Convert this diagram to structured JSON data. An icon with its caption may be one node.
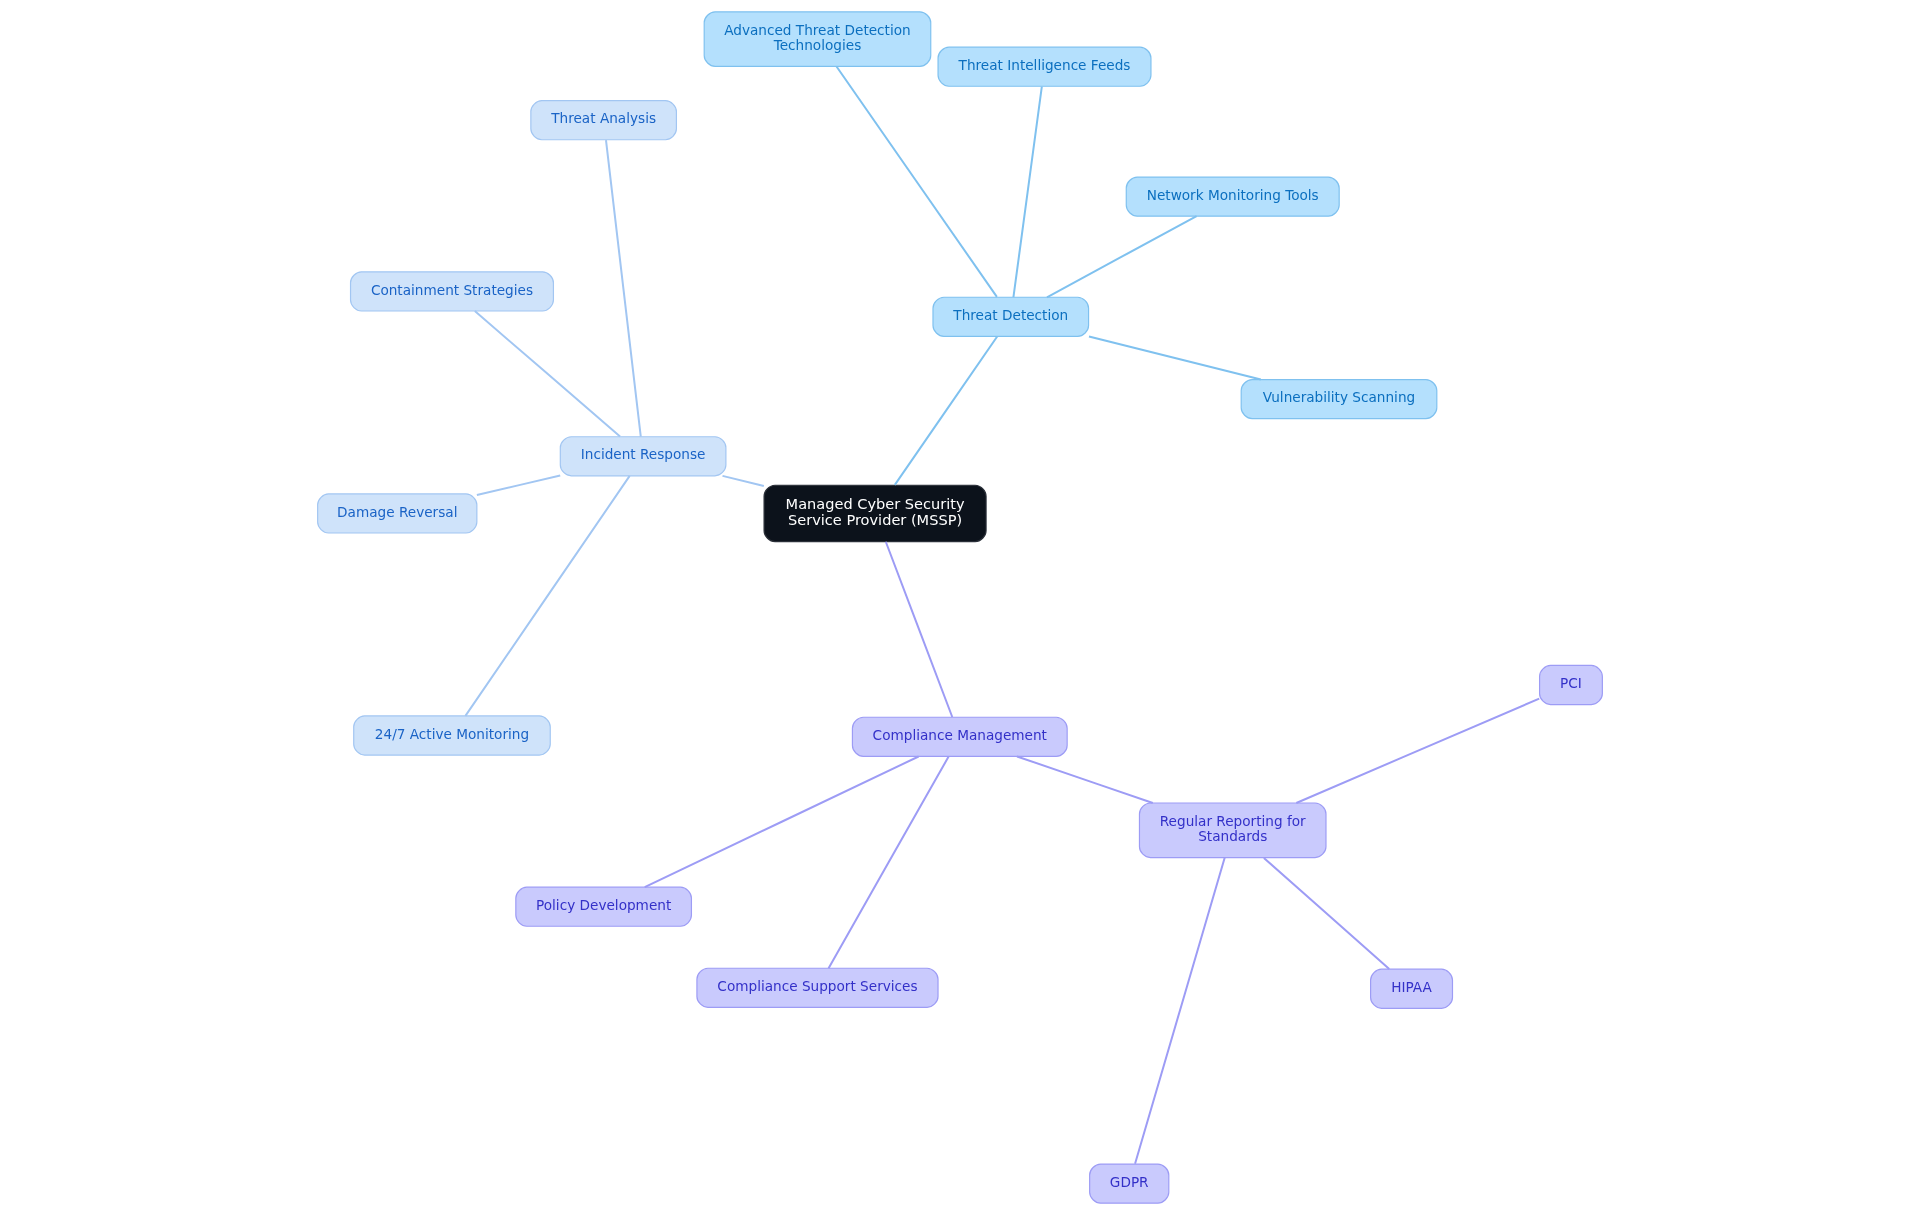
{
  "diagram": {
    "nodes": [
      {
        "text": [
          "Managed Cyber Security Service Provider (MSSP)"
        ]
      },
      {
        "text": [
          "Threat Detection"
        ]
      },
      {
        "text": [
          "Vulnerability Scanning"
        ]
      },
      {
        "text": [
          "Network Monitoring Tools"
        ]
      },
      {
        "text": [
          "Threat Intelligence Feeds"
        ]
      },
      {
        "text": [
          "Advanced Threat Detection Technologies"
        ]
      },
      {
        "text": [
          "Incident Response"
        ]
      },
      {
        "text": [
          "Threat Analysis"
        ]
      },
      {
        "text": [
          "Containment Strategies"
        ]
      },
      {
        "text": [
          "Damage Reversal"
        ]
      },
      {
        "text": [
          "24/7 Active Monitoring"
        ]
      },
      {
        "text": [
          "Compliance Management"
        ]
      },
      {
        "text": [
          "Policy Development"
        ]
      },
      {
        "text": [
          "Compliance Support Services"
        ]
      },
      {
        "text": [
          "Regular Reporting for Standards"
        ]
      },
      {
        "text": [
          "GDPR"
        ]
      },
      {
        "text": [
          "HIPAA"
        ]
      },
      {
        "text": [
          "PCI"
        ]
      }
    ],
    "edges": [
      {
        "from": 0,
        "to": 1,
        "arrow": "none",
        "color": "#7fc1ef"
      },
      {
        "from": 1,
        "to": 2,
        "arrow": "none",
        "color": "#7fc1ef"
      },
      {
        "from": 1,
        "to": 3,
        "arrow": "none",
        "color": "#7fc1ef"
      },
      {
        "from": 1,
        "to": 4,
        "arrow": "none",
        "color": "#7fc1ef"
      },
      {
        "from": 1,
        "to": 5,
        "arrow": "none",
        "color": "#7fc1ef"
      },
      {
        "from": 0,
        "to": 6,
        "arrow": "none",
        "color": "#a2c6f2"
      },
      {
        "from": 6,
        "to": 7,
        "arrow": "none",
        "color": "#a2c6f2"
      },
      {
        "from": 6,
        "to": 8,
        "arrow": "none",
        "color": "#a2c6f2"
      },
      {
        "from": 6,
        "to": 9,
        "arrow": "none",
        "color": "#a2c6f2"
      },
      {
        "from": 6,
        "to": 10,
        "arrow": "none",
        "color": "#a2c6f2"
      },
      {
        "from": 0,
        "to": 11,
        "arrow": "none"
      },
      {
        "from": 11,
        "to": 12,
        "arrow": "none"
      },
      {
        "from": 11,
        "to": 13,
        "arrow": "none"
      },
      {
        "from": 11,
        "to": 14,
        "arrow": "none"
      },
      {
        "from": 14,
        "to": 15,
        "arrow": "none"
      },
      {
        "from": 14,
        "to": 16,
        "arrow": "none"
      },
      {
        "from": 14,
        "to": 17,
        "arrow": "none"
      }
    ]
  }
}
